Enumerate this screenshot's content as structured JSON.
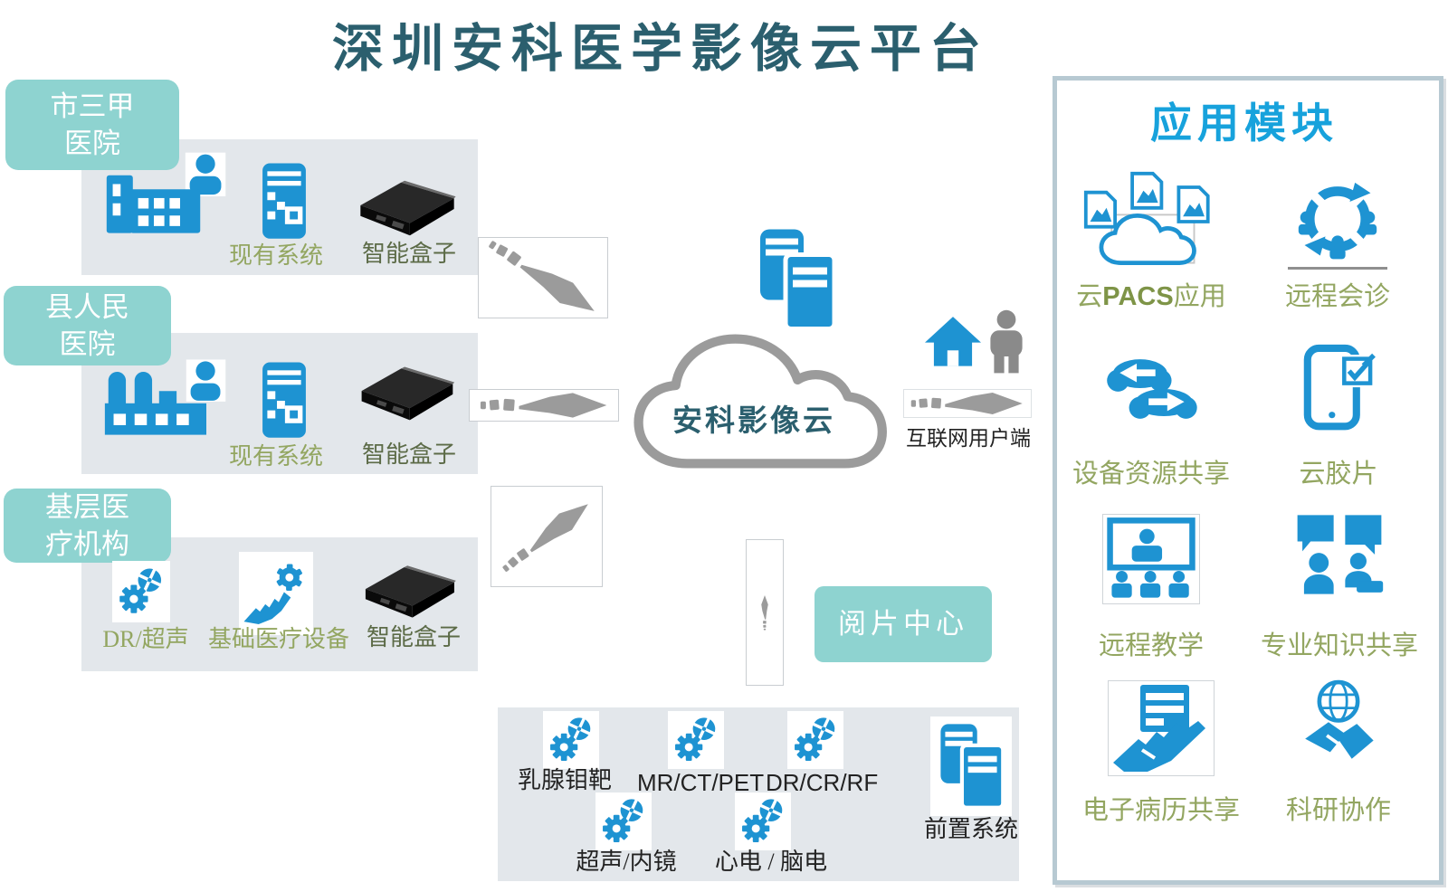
{
  "title": "深圳安科医学影像云平台",
  "colors": {
    "accent_blue": "#1e93d2",
    "header_blue": "#17a2dc",
    "teal_box": "#8ed3d0",
    "panel_gray": "#e3e7eb",
    "olive_label": "#93a661",
    "olive_dark_label": "#5c6b47",
    "title_teal": "#2b5f6e",
    "arrow_gray": "#9b9b9b"
  },
  "left_groups": [
    {
      "tag": [
        "市三甲",
        "医院"
      ],
      "items": [
        {
          "icon": "hospital-building-icon",
          "label": ""
        },
        {
          "icon": "server-tower-icon",
          "label": "现有系统"
        },
        {
          "icon": "smart-box-icon",
          "label": "智能盒子"
        }
      ]
    },
    {
      "tag": [
        "县人民",
        "医院"
      ],
      "items": [
        {
          "icon": "clinic-building-icon",
          "label": ""
        },
        {
          "icon": "server-tower-icon",
          "label": "现有系统"
        },
        {
          "icon": "smart-box-icon",
          "label": "智能盒子"
        }
      ]
    },
    {
      "tag": [
        "基层医",
        "疗机构"
      ],
      "items": [
        {
          "icon": "medical-device-icon",
          "label": "DR/超声"
        },
        {
          "icon": "hand-device-icon",
          "label": "基础医疗设备"
        },
        {
          "icon": "smart-box-icon",
          "label": "智能盒子"
        }
      ]
    }
  ],
  "cloud": {
    "label": "安科影像云",
    "servers_icon": "server-stack-icon"
  },
  "internet_user": {
    "label": "互联网用户端",
    "icons": [
      "house-icon",
      "person-icon"
    ]
  },
  "reading_center": {
    "label": "阅片中心"
  },
  "bottom_panel": {
    "row1": [
      {
        "icon": "medical-device-icon",
        "label": "乳腺钼靶"
      },
      {
        "icon": "medical-device-icon",
        "label": "MR/CT/PET"
      },
      {
        "icon": "medical-device-icon",
        "label": "DR/CR/RF"
      }
    ],
    "row2": [
      {
        "icon": "medical-device-icon",
        "label": "超声/内镜"
      },
      {
        "icon": "medical-device-icon",
        "label": "心电 / 脑电"
      }
    ],
    "front_system": {
      "icon": "server-stack-icon",
      "label": "前置系统"
    }
  },
  "app_modules": {
    "header": "应用模块",
    "items": [
      {
        "icon": "cloud-images-icon",
        "pre": "云",
        "bold": "PACS",
        "post": "应用"
      },
      {
        "icon": "people-cycle-icon",
        "label": "远程会诊"
      },
      {
        "icon": "cloud-sync-icon",
        "label": "设备资源共享"
      },
      {
        "icon": "tablet-check-icon",
        "label": "云胶片"
      },
      {
        "icon": "presentation-icon",
        "label": "远程教学"
      },
      {
        "icon": "chat-people-icon",
        "label": "专业知识共享"
      },
      {
        "icon": "hand-document-icon",
        "label": "电子病历共享"
      },
      {
        "icon": "handshake-globe-icon",
        "label": "科研协作"
      }
    ]
  }
}
